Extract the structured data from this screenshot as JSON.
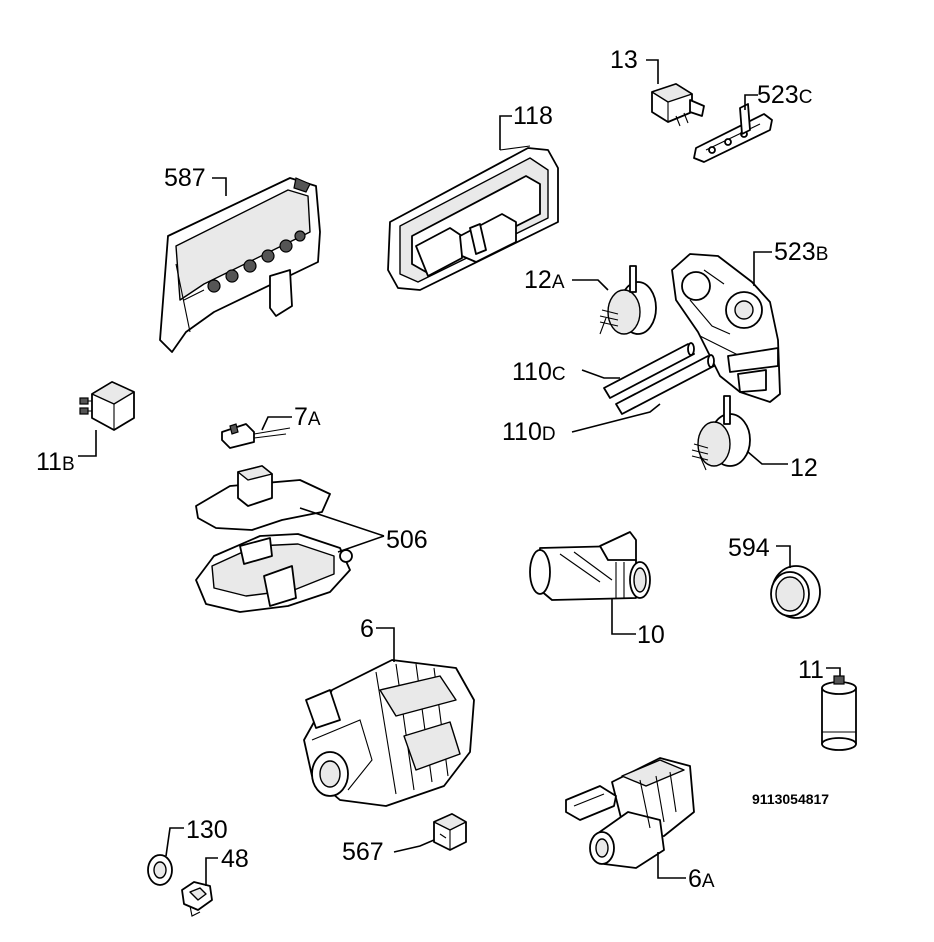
{
  "diagram_code": "9113054817",
  "labels": {
    "p13": {
      "main": "13",
      "sub": ""
    },
    "p523c": {
      "main": "523",
      "sub": "C"
    },
    "p118": {
      "main": "118",
      "sub": ""
    },
    "p587": {
      "main": "587",
      "sub": ""
    },
    "p523b": {
      "main": "523",
      "sub": "B"
    },
    "p12a": {
      "main": "12",
      "sub": "A"
    },
    "p110c": {
      "main": "110",
      "sub": "C"
    },
    "p110d": {
      "main": "110",
      "sub": "D"
    },
    "p12": {
      "main": "12",
      "sub": ""
    },
    "p11b": {
      "main": "11",
      "sub": "B"
    },
    "p7a": {
      "main": "7",
      "sub": "A"
    },
    "p506": {
      "main": "506",
      "sub": ""
    },
    "p594": {
      "main": "594",
      "sub": ""
    },
    "p10": {
      "main": "10",
      "sub": ""
    },
    "p6": {
      "main": "6",
      "sub": ""
    },
    "p11": {
      "main": "11",
      "sub": ""
    },
    "p130": {
      "main": "130",
      "sub": ""
    },
    "p48": {
      "main": "48",
      "sub": ""
    },
    "p567": {
      "main": "567",
      "sub": ""
    },
    "p6a": {
      "main": "6",
      "sub": "A"
    }
  }
}
